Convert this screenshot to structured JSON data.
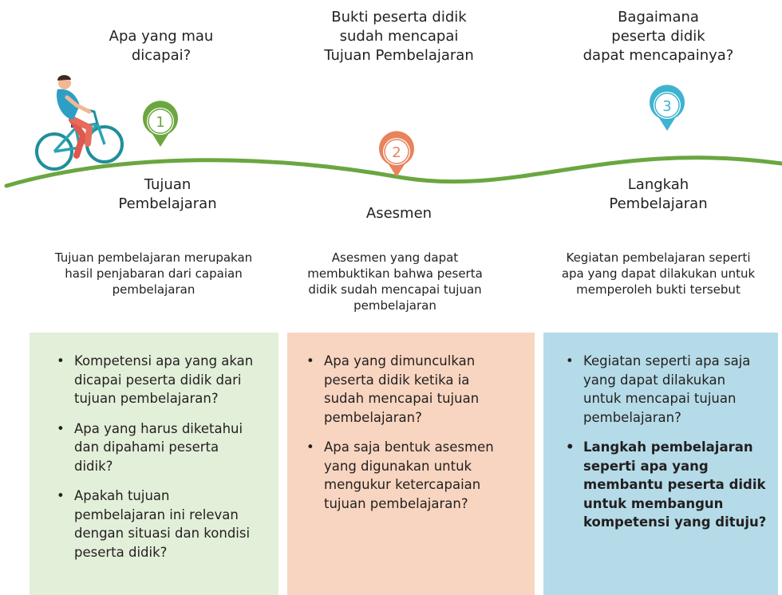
{
  "colors": {
    "green": "#6ba640",
    "orange": "#e8835c",
    "blue": "#3fb3d0",
    "box_green": "#e2efd9",
    "box_orange": "#f8d5c0",
    "box_blue": "#b5dbe8"
  },
  "questions": [
    "Apa yang mau\ndicapai?",
    "Bukti peserta didik\nsudah mencapai\nTujuan Pembelajaran",
    "Bagaimana\npeserta didik\ndapat mencapainya?"
  ],
  "markers": [
    "1",
    "2",
    "3"
  ],
  "steps": [
    "Tujuan\nPembelajaran",
    "Asesmen",
    "Langkah\nPembelajaran"
  ],
  "descriptions": [
    "Tujuan pembelajaran merupakan\nhasil penjabaran dari capaian\npembelajaran",
    "Asesmen yang dapat\nmembuktikan bahwa peserta\ndidik sudah mencapai tujuan\npembelajaran",
    "Kegiatan pembelajaran seperti\napa yang dapat dilakukan untuk\nmemperoleh bukti tersebut"
  ],
  "boxes": [
    {
      "bullets": [
        "Kompetensi apa yang akan\ndicapai peserta didik dari\ntujuan pembelajaran?",
        "Apa yang harus diketahui\ndan dipahami peserta\ndidik?",
        "Apakah tujuan\npembelajaran ini relevan\ndengan situasi dan kondisi\npeserta didik?"
      ]
    },
    {
      "bullets": [
        "Apa yang dimunculkan\npeserta didik ketika ia\nsudah mencapai tujuan\npembelajaran?",
        "Apa saja bentuk asesmen\nyang digunakan untuk\nmengukur ketercapaian\ntujuan pembelajaran?"
      ]
    },
    {
      "bullets": [
        "Kegiatan seperti apa saja\nyang dapat dilakukan\nuntuk mencapai tujuan\npembelajaran?",
        "Langkah pembelajaran\nseperti apa yang\nmembantu peserta didik\nuntuk membangun\nkompetensi yang dituju?"
      ]
    }
  ]
}
